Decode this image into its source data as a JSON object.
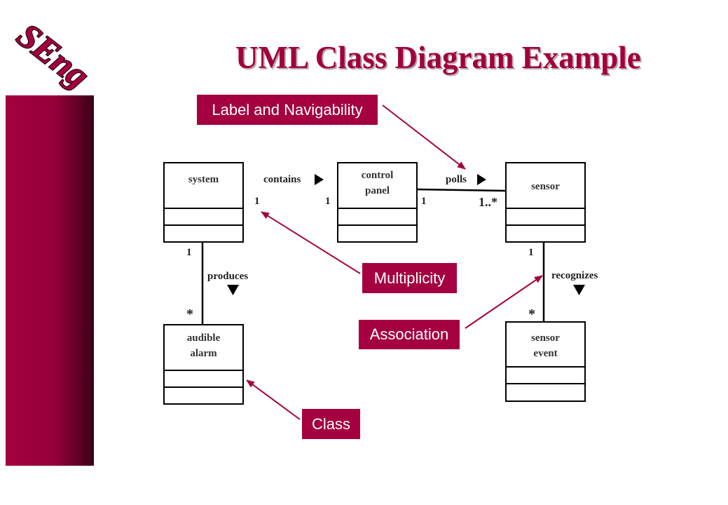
{
  "title": "UML Class Diagram Example",
  "logo": {
    "text": "SEng"
  },
  "colors": {
    "accent": "#a4003f",
    "bar_dark": "#3c0016",
    "line": "#000000"
  },
  "classes": {
    "system": "system",
    "control_panel": {
      "line1": "control",
      "line2": "panel"
    },
    "sensor": "sensor",
    "audible_alarm": {
      "line1": "audible",
      "line2": "alarm"
    },
    "sensor_event": {
      "line1": "sensor",
      "line2": "event"
    }
  },
  "associations": {
    "contains": "contains",
    "polls": "polls",
    "produces": "produces",
    "recognizes": "recognizes"
  },
  "multiplicities": {
    "system_contains": "1",
    "panel_contains": "1",
    "panel_polls": "1",
    "sensor_polls": "1..*",
    "system_produces": "1",
    "alarm_produces": "*",
    "sensor_recognizes": "1",
    "event_recognizes": "*"
  },
  "callouts": {
    "label_navigability": "Label and Navigability",
    "multiplicity": "Multiplicity",
    "association": "Association",
    "class": "Class"
  }
}
